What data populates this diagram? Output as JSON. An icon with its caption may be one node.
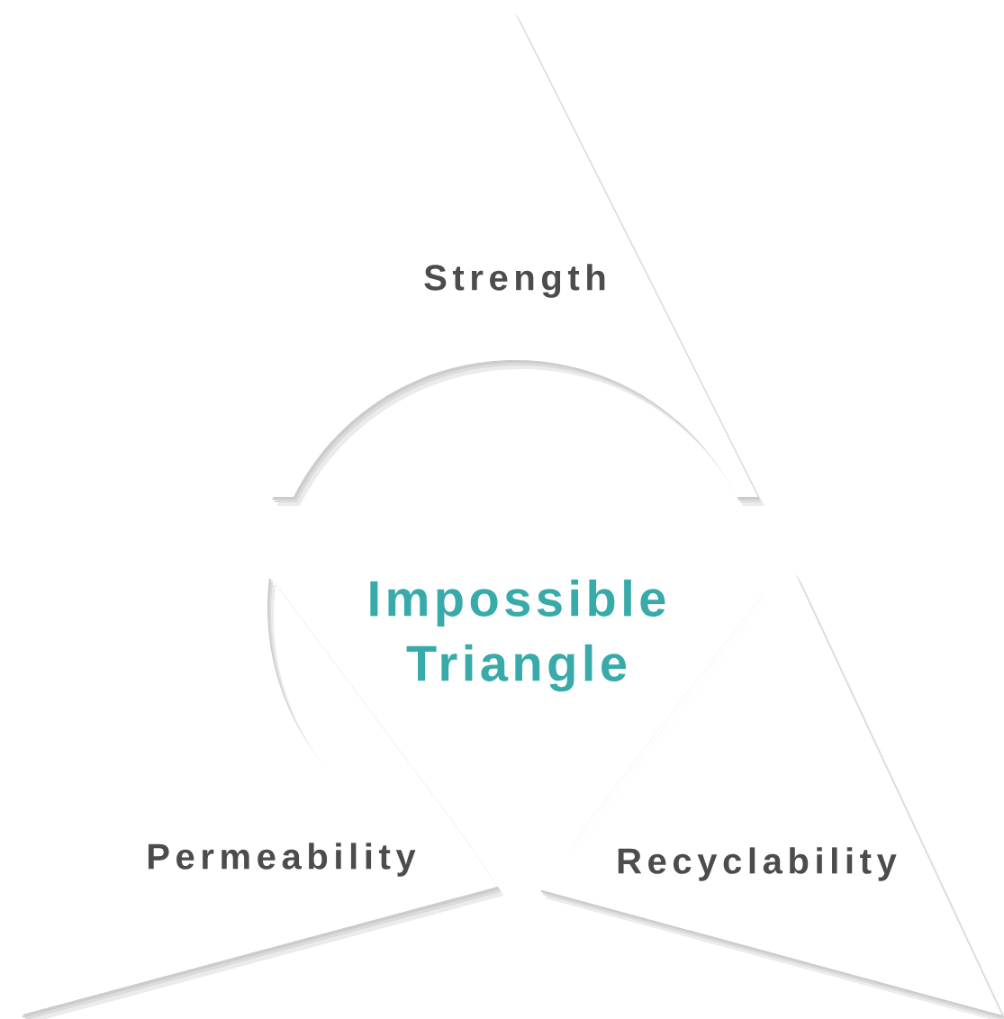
{
  "diagram": {
    "nodes": [
      {
        "text": [
          "Strength"
        ]
      },
      {
        "text": [
          "Permeability"
        ]
      },
      {
        "text": [
          "Recyclability"
        ]
      }
    ],
    "labels": [
      "Impossible Triangle"
    ]
  }
}
